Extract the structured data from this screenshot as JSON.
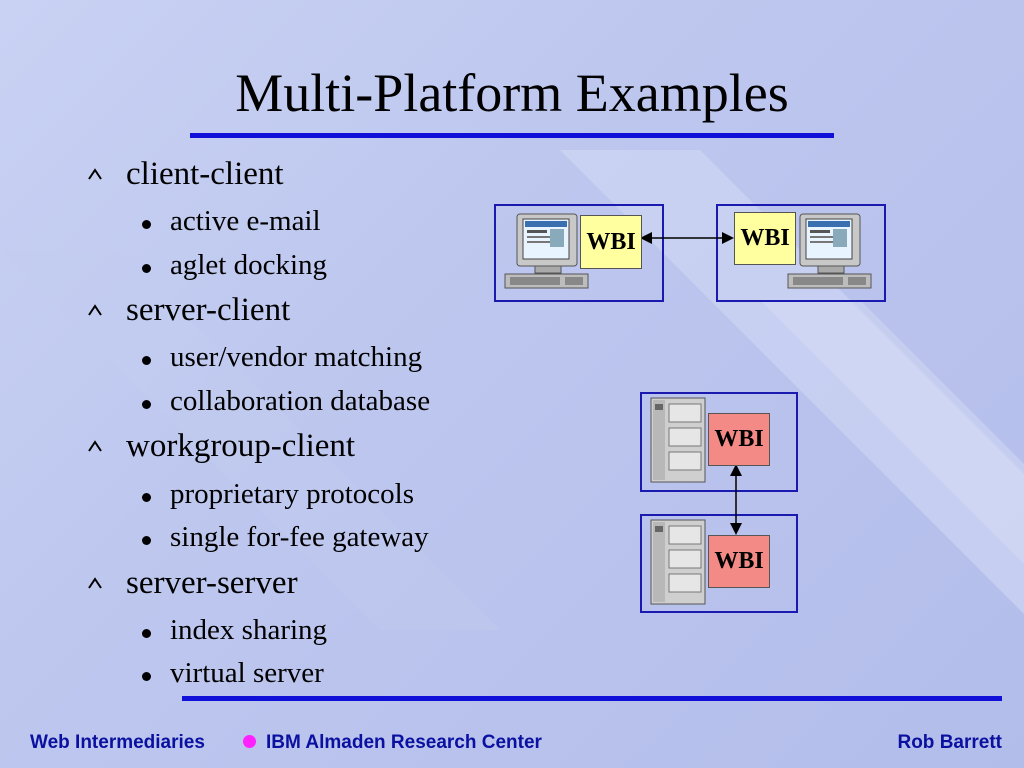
{
  "slide": {
    "title": "Multi-Platform Examples"
  },
  "bullets": [
    {
      "label": "client-client",
      "children": [
        "active e-mail",
        "aglet docking"
      ]
    },
    {
      "label": "server-client",
      "children": [
        "user/vendor matching",
        "collaboration database"
      ]
    },
    {
      "label": "workgroup-client",
      "children": [
        "proprietary protocols",
        "single for-fee gateway"
      ]
    },
    {
      "label": "server-server",
      "children": [
        "index sharing",
        "virtual server"
      ]
    }
  ],
  "diagram": {
    "client_left_wbi": "WBI",
    "client_right_wbi": "WBI",
    "server_top_wbi": "WBI",
    "server_bottom_wbi": "WBI"
  },
  "footer": {
    "left_1": "Web Intermediaries",
    "left_2": "IBM Almaden Research Center",
    "right": "Rob Barrett"
  },
  "colors": {
    "rule": "#1010d8",
    "footer_text": "#0a10a0",
    "wbi_yellow": "#ffffa0",
    "wbi_red": "#f48a86",
    "footer_dot": "#ff22ff"
  }
}
